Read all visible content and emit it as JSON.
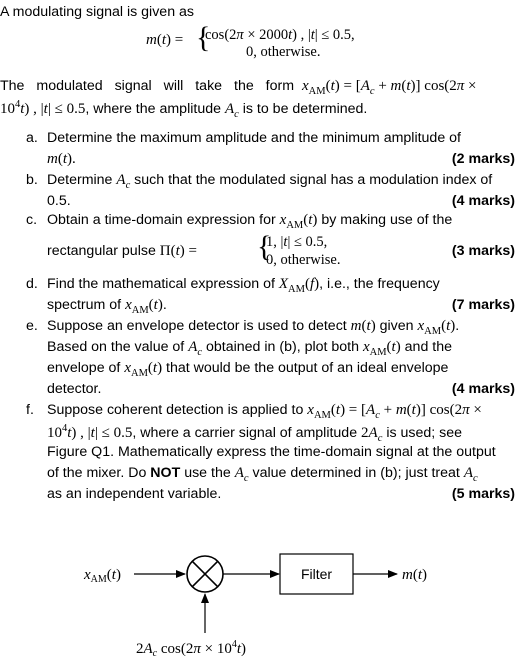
{
  "intro": {
    "line1": "A modulating signal is given as",
    "eq_lhs": "m(t) =",
    "case1": "cos(2π × 2000t), |t| ≤ 0.5,",
    "case2": "0, otherwise."
  },
  "modulated": {
    "line1_a": "The   modulated   signal   will   take   the   form",
    "form": "x_AM(t) = [A_c + m(t)] cos(2π ×",
    "line2_a": "10⁴t), |t| ≤ 0.5",
    "line2_b": ", where the amplitude ",
    "line2_c": " is to be determined."
  },
  "questions": [
    {
      "label": "a.",
      "line1": "Determine the maximum amplitude and the minimum amplitude of",
      "line2": "m(t).",
      "marks": "(2 marks)"
    },
    {
      "label": "b.",
      "line1": "Determine  A_c  such that the modulated signal has a modulation index of",
      "line2": "0.5.",
      "marks": "(4 marks)"
    },
    {
      "label": "c.",
      "line1": "Obtain a time-domain expression for  x_AM(t)  by making use of the",
      "line2": "rectangular pulse  Π(t) =",
      "case1": "1, |t| ≤ 0.5,",
      "case2": "0, otherwise.",
      "marks": "(3 marks)"
    },
    {
      "label": "d.",
      "line1": "Find the mathematical expression of  X_AM(f), i.e., the frequency",
      "line2": "spectrum of  x_AM(t).",
      "marks": "(7 marks)"
    },
    {
      "label": "e.",
      "line1": "Suppose an envelope detector is used to detect  m(t)  given  x_AM(t).",
      "line2": "Based on the value of  A_c  obtained in (b), plot both  x_AM(t)  and the",
      "line3": "envelope of  x_AM(t)  that would be the output of an ideal envelope",
      "line4": "detector.",
      "marks": "(4 marks)"
    },
    {
      "label": "f.",
      "line1": "Suppose coherent detection is applied to  x_AM(t) = [A_c + m(t)] cos(2π ×",
      "line2": "10⁴t), |t| ≤ 0.5, where a carrier signal of amplitude  2A_c  is used; see",
      "line3": "Figure Q1. Mathematically express the time-domain signal at the output",
      "line4_a": "of the mixer. Do ",
      "line4_b": "NOT",
      "line4_c": " use the  A_c  value determined in (b); just treat  A_c",
      "line5": "as an independent variable.",
      "marks": "(5 marks)"
    }
  ],
  "diagram": {
    "input_label": "x_AM(t)",
    "filter_label": "Filter",
    "output_label": "m(t)",
    "carrier_label": "2A_c cos(2π × 10⁴t)"
  }
}
